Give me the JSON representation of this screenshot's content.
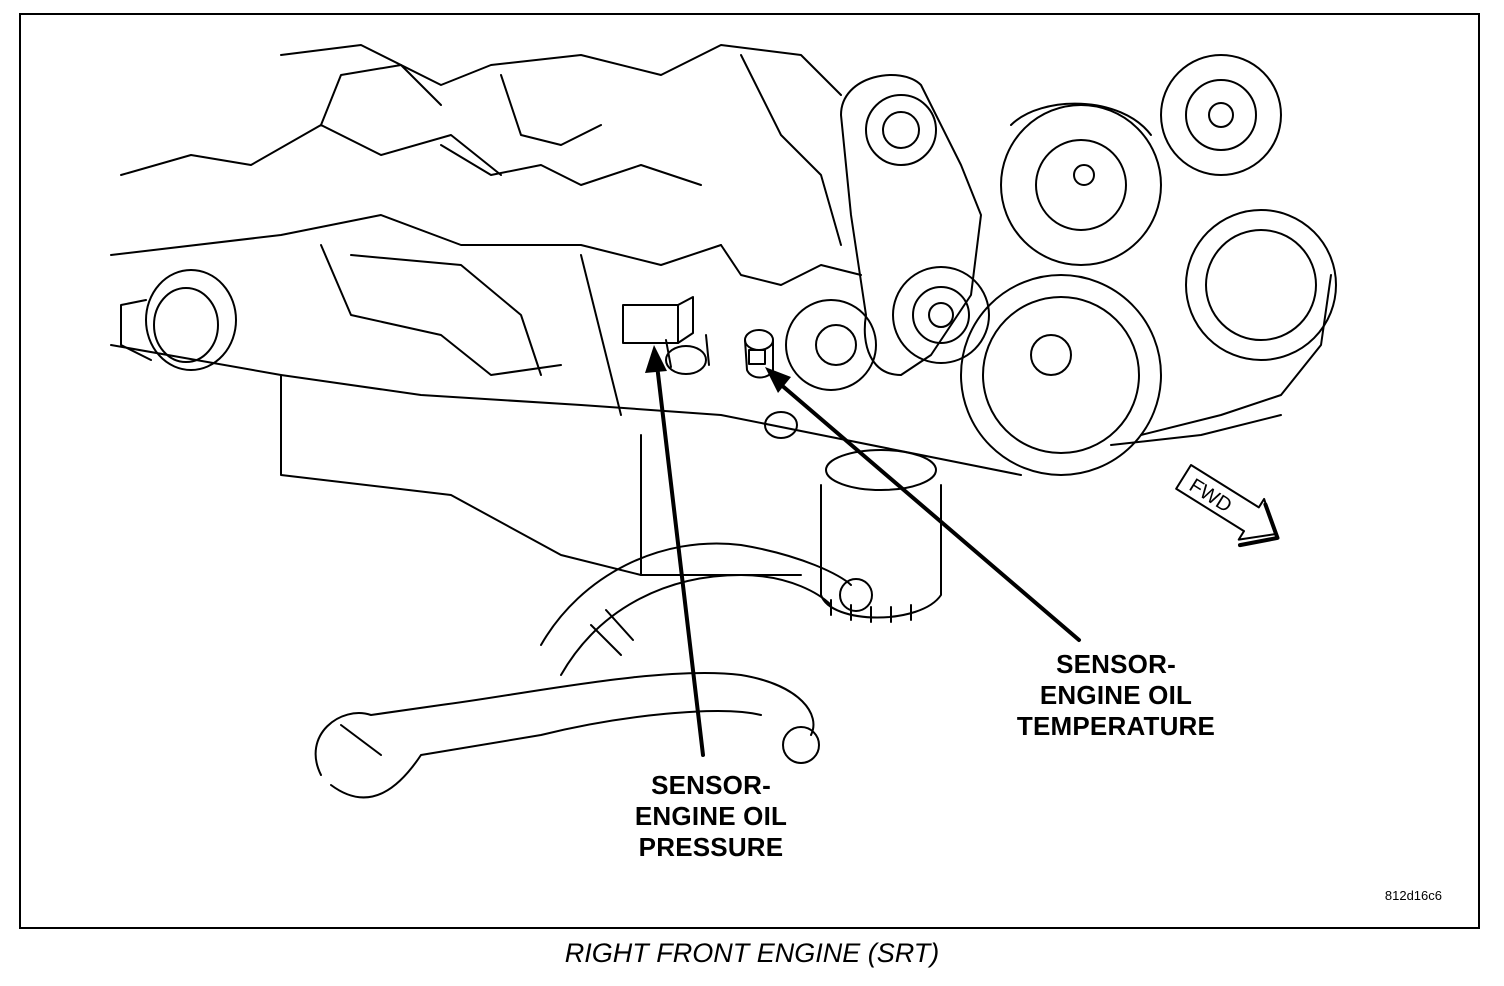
{
  "figure": {
    "caption": "RIGHT FRONT ENGINE (SRT)",
    "figure_code": "812d16c6",
    "direction_marker": "FWD"
  },
  "callouts": {
    "oil_pressure": "SENSOR-\nENGINE OIL\nPRESSURE",
    "oil_temperature": "SENSOR-\nENGINE OIL\nTEMPERATURE"
  },
  "icons": {
    "direction": "forward-arrow-icon"
  }
}
